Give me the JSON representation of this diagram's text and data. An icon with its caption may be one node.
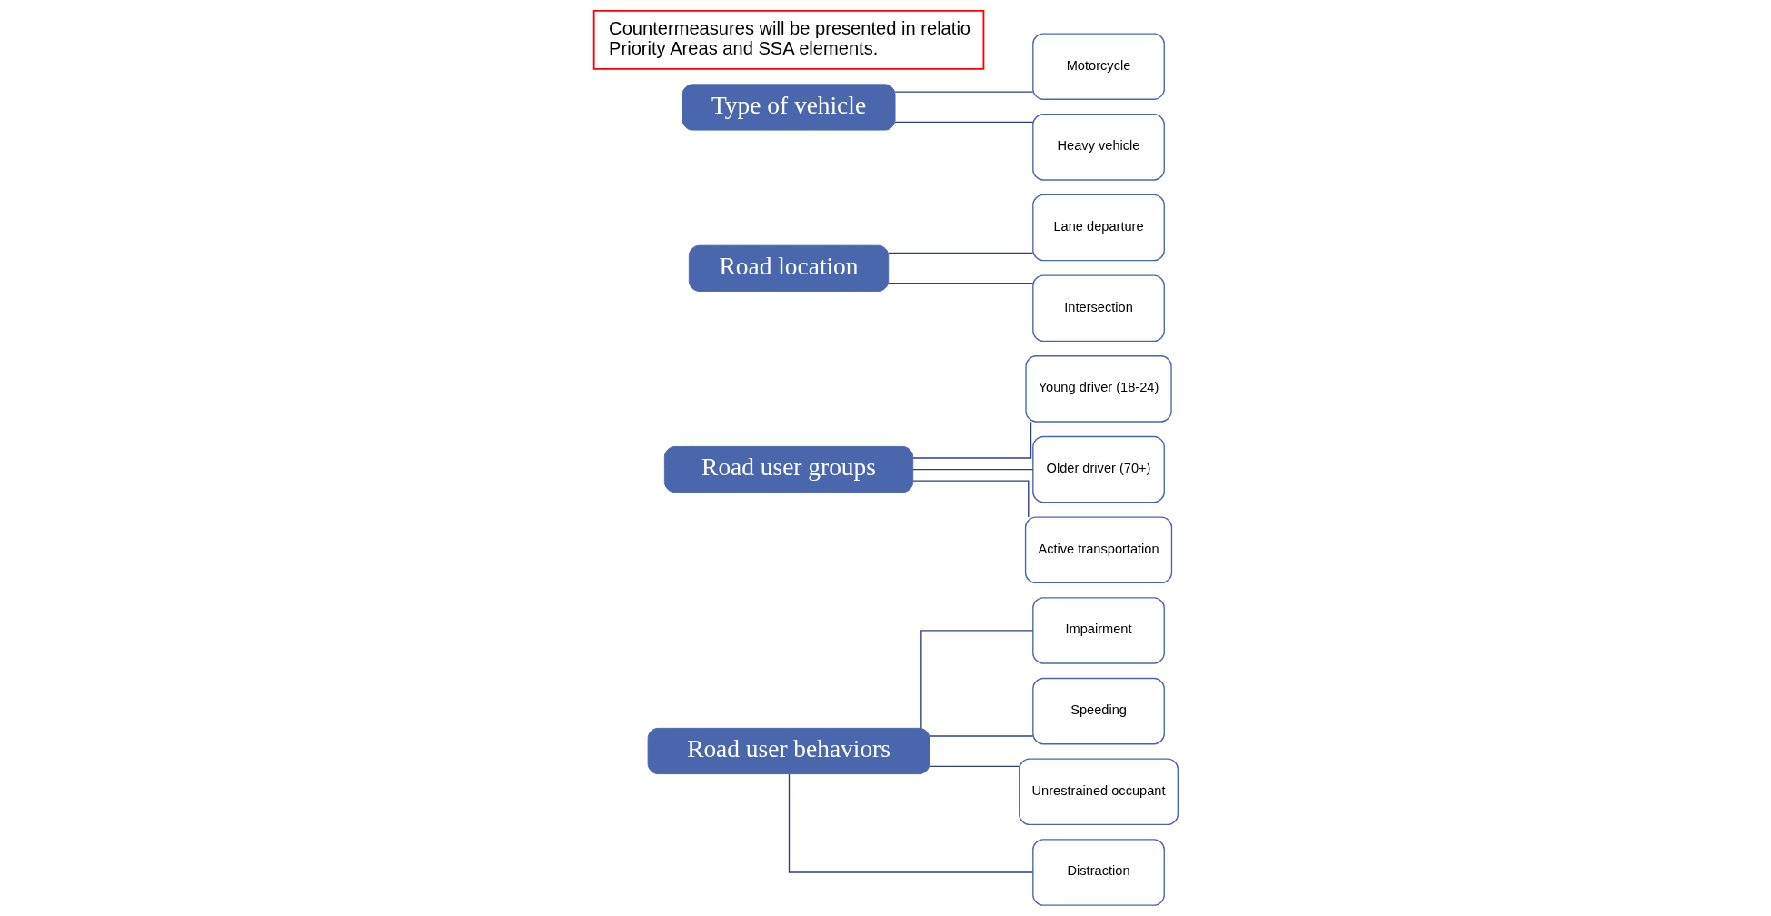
{
  "diagram": {
    "nodes": [
      {
        "text": [
          "Road user behaviors"
        ]
      },
      {
        "text": [
          "Impairment"
        ]
      },
      {
        "text": [
          "Speeding"
        ]
      },
      {
        "text": [
          "Unrestrained occupant"
        ]
      },
      {
        "text": [
          "Distraction"
        ]
      },
      {
        "text": [
          "Road user groups"
        ]
      },
      {
        "text": [
          "Young driver (18-24)"
        ]
      },
      {
        "text": [
          "Older driver (70+)"
        ]
      },
      {
        "text": [
          "Active transportation"
        ]
      },
      {
        "text": [
          "Road location"
        ]
      },
      {
        "text": [
          "Lane departure"
        ]
      },
      {
        "text": [
          "Intersection"
        ]
      },
      {
        "text": [
          "Type of vehicle"
        ]
      },
      {
        "text": [
          "Motorcycle"
        ]
      },
      {
        "text": [
          "Heavy vehicle"
        ]
      },
      {
        "text": [
          "Countermeasures will be presented in relatio Priority Areas and SSA elements."
        ]
      }
    ],
    "edges": [
      {
        "from": 0,
        "to": 1,
        "arrow": "none"
      },
      {
        "from": 0,
        "to": 2,
        "arrow": "none"
      },
      {
        "from": 0,
        "to": 3,
        "arrow": "none"
      },
      {
        "from": 0,
        "to": 4,
        "arrow": "none"
      },
      {
        "from": 5,
        "to": 6,
        "arrow": "none"
      },
      {
        "from": 5,
        "to": 7,
        "arrow": "none"
      },
      {
        "from": 5,
        "to": 8,
        "arrow": "none"
      },
      {
        "from": 9,
        "to": 10,
        "arrow": "none"
      },
      {
        "from": 9,
        "to": 11,
        "arrow": "none"
      },
      {
        "from": 12,
        "to": 13,
        "arrow": "none"
      },
      {
        "from": 12,
        "to": 14,
        "arrow": "none"
      }
    ]
  }
}
